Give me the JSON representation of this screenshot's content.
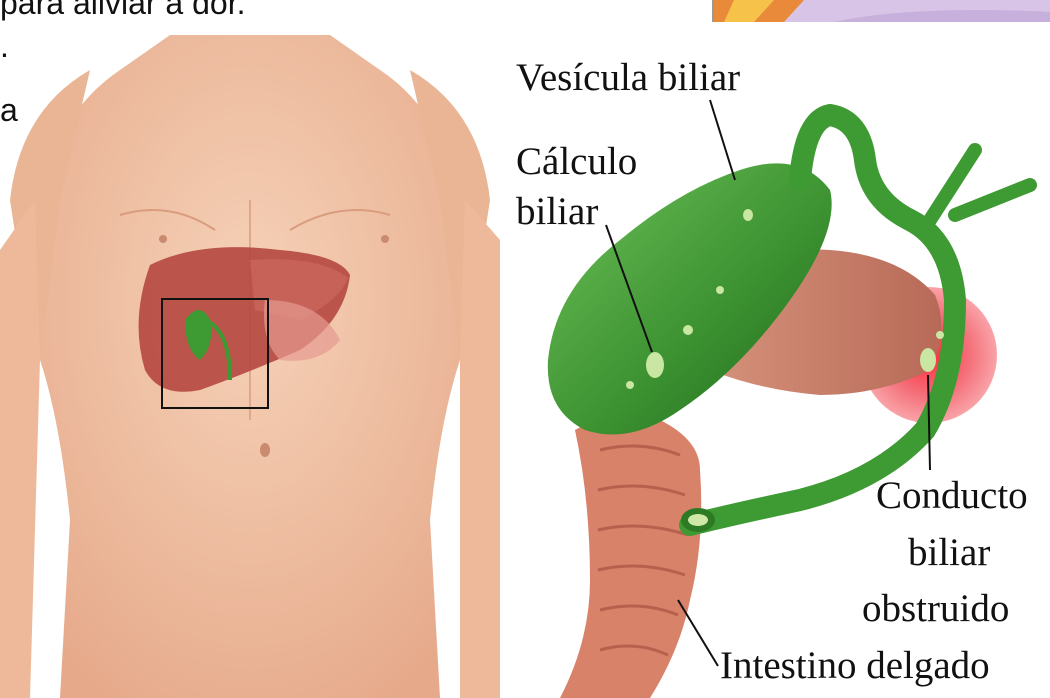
{
  "page_fragment": {
    "line1": "para aliviar a dor.",
    "line2": ".",
    "line3": "a"
  },
  "figure_labels": {
    "gallbladder": "Vesícula biliar",
    "gallstone_line1": "Cálculo",
    "gallstone_line2": "biliar",
    "duct_line1": "Conducto",
    "duct_line2": "biliar",
    "duct_line3": "obstruido",
    "small_intestine": "Intestino delgado"
  },
  "colors": {
    "skin": "#f2c6a8",
    "liver": "#b5473f",
    "gallbladder": "#3e9a33",
    "intestine": "#d9826a",
    "inflammation": "#f0505a"
  }
}
